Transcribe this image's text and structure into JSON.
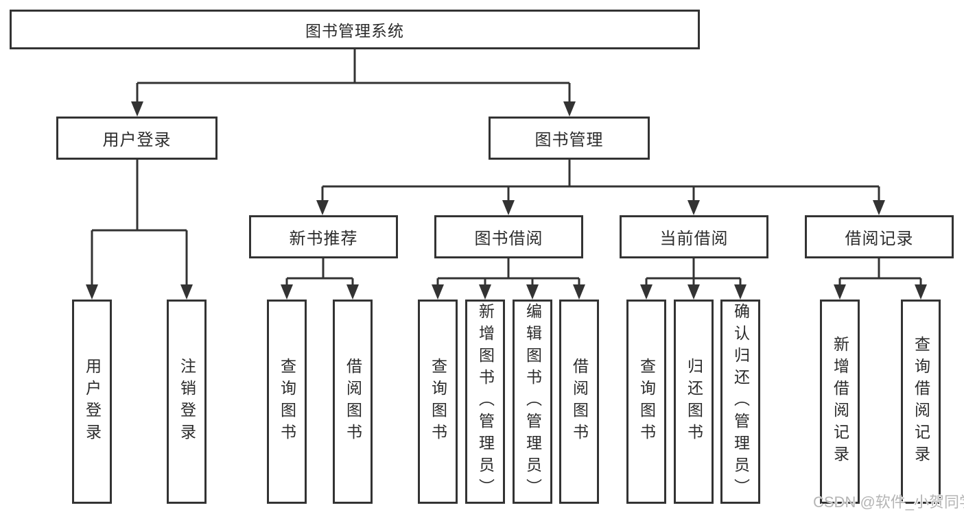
{
  "diagram": {
    "root": {
      "label": "图书管理系统"
    },
    "branches": {
      "user_login": {
        "label": "用户登录",
        "children": {
          "login": "用户登录",
          "logout": "注销登录"
        }
      },
      "book_mgmt": {
        "label": "图书管理",
        "sections": {
          "new_books": {
            "label": "新书推荐",
            "children": {
              "query": "查询图书",
              "borrow": "借阅图书"
            }
          },
          "book_borrow": {
            "label": "图书借阅",
            "children": {
              "query": "查询图书",
              "add": "新增图书（管理员）",
              "edit": "编辑图书（管理员）",
              "borrow": "借阅图书"
            }
          },
          "current_borrow": {
            "label": "当前借阅",
            "children": {
              "query": "查询图书",
              "return": "归还图书",
              "confirm": "确认归还（管理员）"
            }
          },
          "borrow_records": {
            "label": "借阅记录",
            "children": {
              "add": "新增借阅记录",
              "query": "查询借阅记录"
            }
          }
        }
      }
    },
    "watermark": "CSDN @软件_小贺同学",
    "colors": {
      "line": "#333333",
      "text": "#2b2b2b",
      "watermark": "#b5b5b5",
      "background": "#ffffff"
    }
  }
}
